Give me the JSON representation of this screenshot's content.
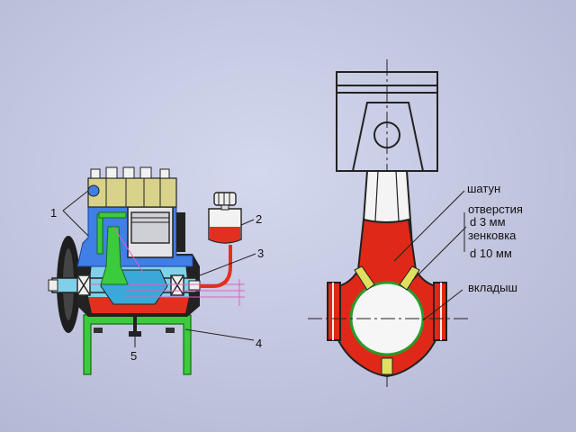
{
  "diagram": {
    "colors": {
      "background": "#c4c9e2",
      "cylinder_head": "#d8d28a",
      "block": "#3f7fe6",
      "crankcase": "#7fd0e8",
      "oil": "#e23020",
      "stand": "#3ccb3c",
      "piston_outline": "#222222",
      "rod_fill": "#e02818",
      "bearing_shell": "#e0e060"
    },
    "engine_callouts": [
      "1",
      "2",
      "3",
      "4",
      "5"
    ],
    "rod_labels": {
      "shatun": "шатун",
      "otverstiya": "отверстия",
      "d3": "d 3 мм",
      "zenkovka": "зенковка",
      "d10": "d 10 мм",
      "vkladysh": "вкладыш"
    }
  }
}
